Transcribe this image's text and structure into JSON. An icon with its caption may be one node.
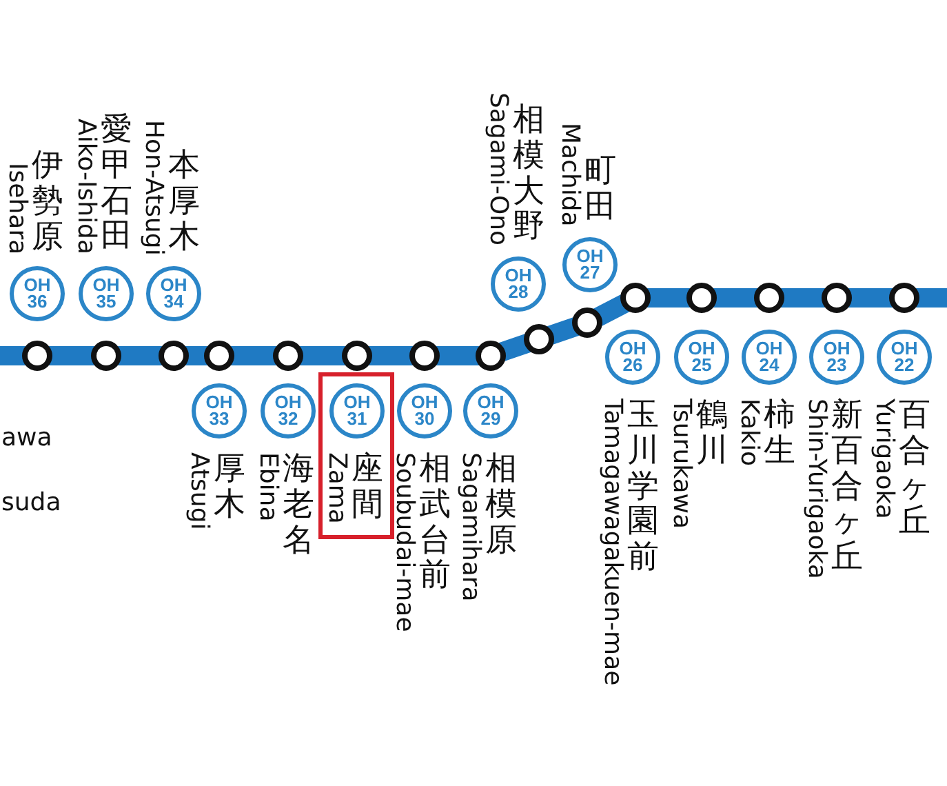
{
  "diagram": {
    "nodes": [
      {
        "text": [],
        "shape": "circle"
      },
      {
        "text": [
          "OH 36"
        ],
        "beside": [
          "伊勢原",
          "Isehara"
        ]
      },
      {
        "text": [],
        "shape": "circle"
      },
      {
        "text": [
          "OH 35"
        ],
        "beside": [
          "愛甲石田",
          "Aiko-Ishida"
        ]
      },
      {
        "text": [],
        "shape": "circle"
      },
      {
        "text": [
          "OH 34"
        ],
        "beside": [
          "本厚木",
          "Hon-Atsugi"
        ]
      },
      {
        "text": [],
        "shape": "circle"
      },
      {
        "text": [
          "OH 33"
        ],
        "beside": [
          "厚木",
          "Atsugi"
        ]
      },
      {
        "text": [],
        "shape": "circle"
      },
      {
        "text": [
          "OH 32"
        ],
        "beside": [
          "海老名",
          "Ebina"
        ]
      },
      {
        "text": [],
        "shape": "circle"
      },
      {
        "text": [],
        "shape": "box"
      },
      {
        "text": [
          "OH 31"
        ],
        "beside": [
          "座間",
          "Zama"
        ],
        "in": 11
      },
      {
        "text": [],
        "shape": "circle"
      },
      {
        "text": [
          "OH 30"
        ],
        "beside": [
          "相武台前",
          "Soubudai-mae"
        ]
      },
      {
        "text": [],
        "shape": "circle"
      },
      {
        "text": [
          "OH 29"
        ],
        "beside": [
          "相模原",
          "Sagamihara"
        ]
      },
      {
        "text": [],
        "shape": "circle"
      },
      {
        "text": [
          "OH 28"
        ],
        "beside": [
          "相模大野",
          "Sagami-Ono"
        ]
      },
      {
        "text": [],
        "shape": "circle"
      },
      {
        "text": [
          "OH 27"
        ],
        "beside": [
          "町田",
          "Machida"
        ]
      },
      {
        "text": [],
        "shape": "circle"
      },
      {
        "text": [
          "OH 26"
        ],
        "beside": [
          "玉川学園前",
          "Tamagawagakuen-mae"
        ]
      },
      {
        "text": [],
        "shape": "circle"
      },
      {
        "text": [
          "OH 25"
        ],
        "beside": [
          "鶴川",
          "Tsurukawa"
        ]
      },
      {
        "text": [],
        "shape": "circle"
      },
      {
        "text": [
          "OH 24"
        ],
        "beside": [
          "柿生",
          "Kakio"
        ]
      },
      {
        "text": [],
        "shape": "circle"
      },
      {
        "text": [
          "OH 23"
        ],
        "beside": [
          "新百合ヶ丘",
          "Shin-Yurigaoka"
        ]
      },
      {
        "text": [],
        "shape": "circle"
      },
      {
        "text": [
          "OH 22"
        ],
        "beside": [
          "百合ヶ丘",
          "Yurigaoka"
        ]
      }
    ],
    "edges": [
      {
        "from": null,
        "to": 0,
        "arrow": "none"
      },
      {
        "from": 0,
        "to": 2,
        "arrow": "none"
      },
      {
        "from": 2,
        "to": 4,
        "arrow": "none"
      },
      {
        "from": 4,
        "to": 6,
        "arrow": "none"
      },
      {
        "from": 6,
        "to": 8,
        "arrow": "none"
      },
      {
        "from": 8,
        "to": 10,
        "arrow": "none"
      },
      {
        "from": 10,
        "to": 13,
        "arrow": "none"
      },
      {
        "from": 13,
        "to": 15,
        "arrow": "none"
      },
      {
        "from": 15,
        "to": 17,
        "arrow": "none"
      },
      {
        "from": 17,
        "to": 19,
        "arrow": "none"
      },
      {
        "from": 19,
        "to": 21,
        "arrow": "none"
      },
      {
        "from": 21,
        "to": 23,
        "arrow": "none"
      },
      {
        "from": 23,
        "to": 25,
        "arrow": "none"
      },
      {
        "from": 25,
        "to": 27,
        "arrow": "none"
      },
      {
        "from": 27,
        "to": 29,
        "arrow": "none"
      },
      {
        "from": 29,
        "to": null,
        "arrow": "none"
      }
    ],
    "labels": [
      "awa",
      "suda"
    ]
  }
}
